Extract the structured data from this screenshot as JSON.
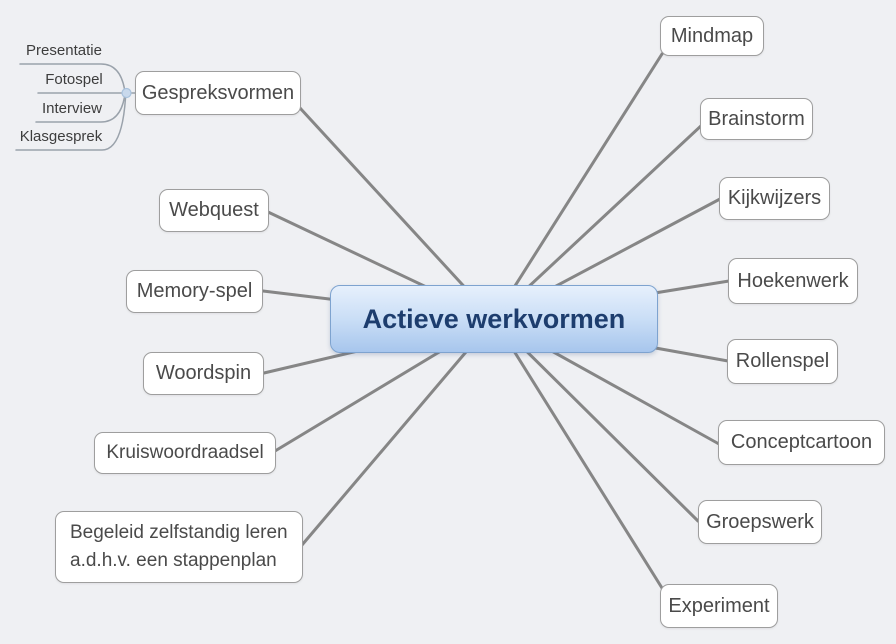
{
  "colors": {
    "background": "#eff0f3",
    "branch_line": "#868686",
    "node_fill": "#ffffff",
    "node_border": "#9e9e9e",
    "node_text": "#4a4a4a",
    "subtopic_text": "#3d3d3d",
    "subtopic_line": "#9aa2ab",
    "center_text": "#1d3d6e",
    "center_border": "#7ea3cf",
    "center_fill_top": "#e6f0fc",
    "center_fill_mid": "#cadef6",
    "center_fill_bottom": "#a7c6ed",
    "dot_fill": "#c9d9ec",
    "dot_border": "#a9c2dd"
  },
  "center": {
    "label": "Actieve werkvormen"
  },
  "nodes": [
    {
      "id": "gespreksvormen",
      "label": "Gespreksvormen"
    },
    {
      "id": "webquest",
      "label": "Webquest"
    },
    {
      "id": "memory-spel",
      "label": "Memory-spel"
    },
    {
      "id": "woordspin",
      "label": "Woordspin"
    },
    {
      "id": "kruiswoordraadsel",
      "label": "Kruiswoordraadsel"
    },
    {
      "id": "begeleid-zelfstandig-leren",
      "label": "Begeleid zelfstandig leren a.d.h.v. een stappenplan",
      "label_lines": [
        "Begeleid zelfstandig leren",
        "a.d.h.v. een stappenplan"
      ]
    },
    {
      "id": "mindmap",
      "label": "Mindmap"
    },
    {
      "id": "brainstorm",
      "label": "Brainstorm"
    },
    {
      "id": "kijkwijzers",
      "label": "Kijkwijzers"
    },
    {
      "id": "hoekenwerk",
      "label": "Hoekenwerk"
    },
    {
      "id": "rollenspel",
      "label": "Rollenspel"
    },
    {
      "id": "conceptcartoon",
      "label": "Conceptcartoon"
    },
    {
      "id": "groepswerk",
      "label": "Groepswerk"
    },
    {
      "id": "experiment",
      "label": "Experiment"
    }
  ],
  "subtopics": {
    "parent": "Gespreksvormen",
    "items": [
      {
        "label": "Presentatie"
      },
      {
        "label": "Fotospel"
      },
      {
        "label": "Interview"
      },
      {
        "label": "Klasgesprek"
      }
    ]
  }
}
